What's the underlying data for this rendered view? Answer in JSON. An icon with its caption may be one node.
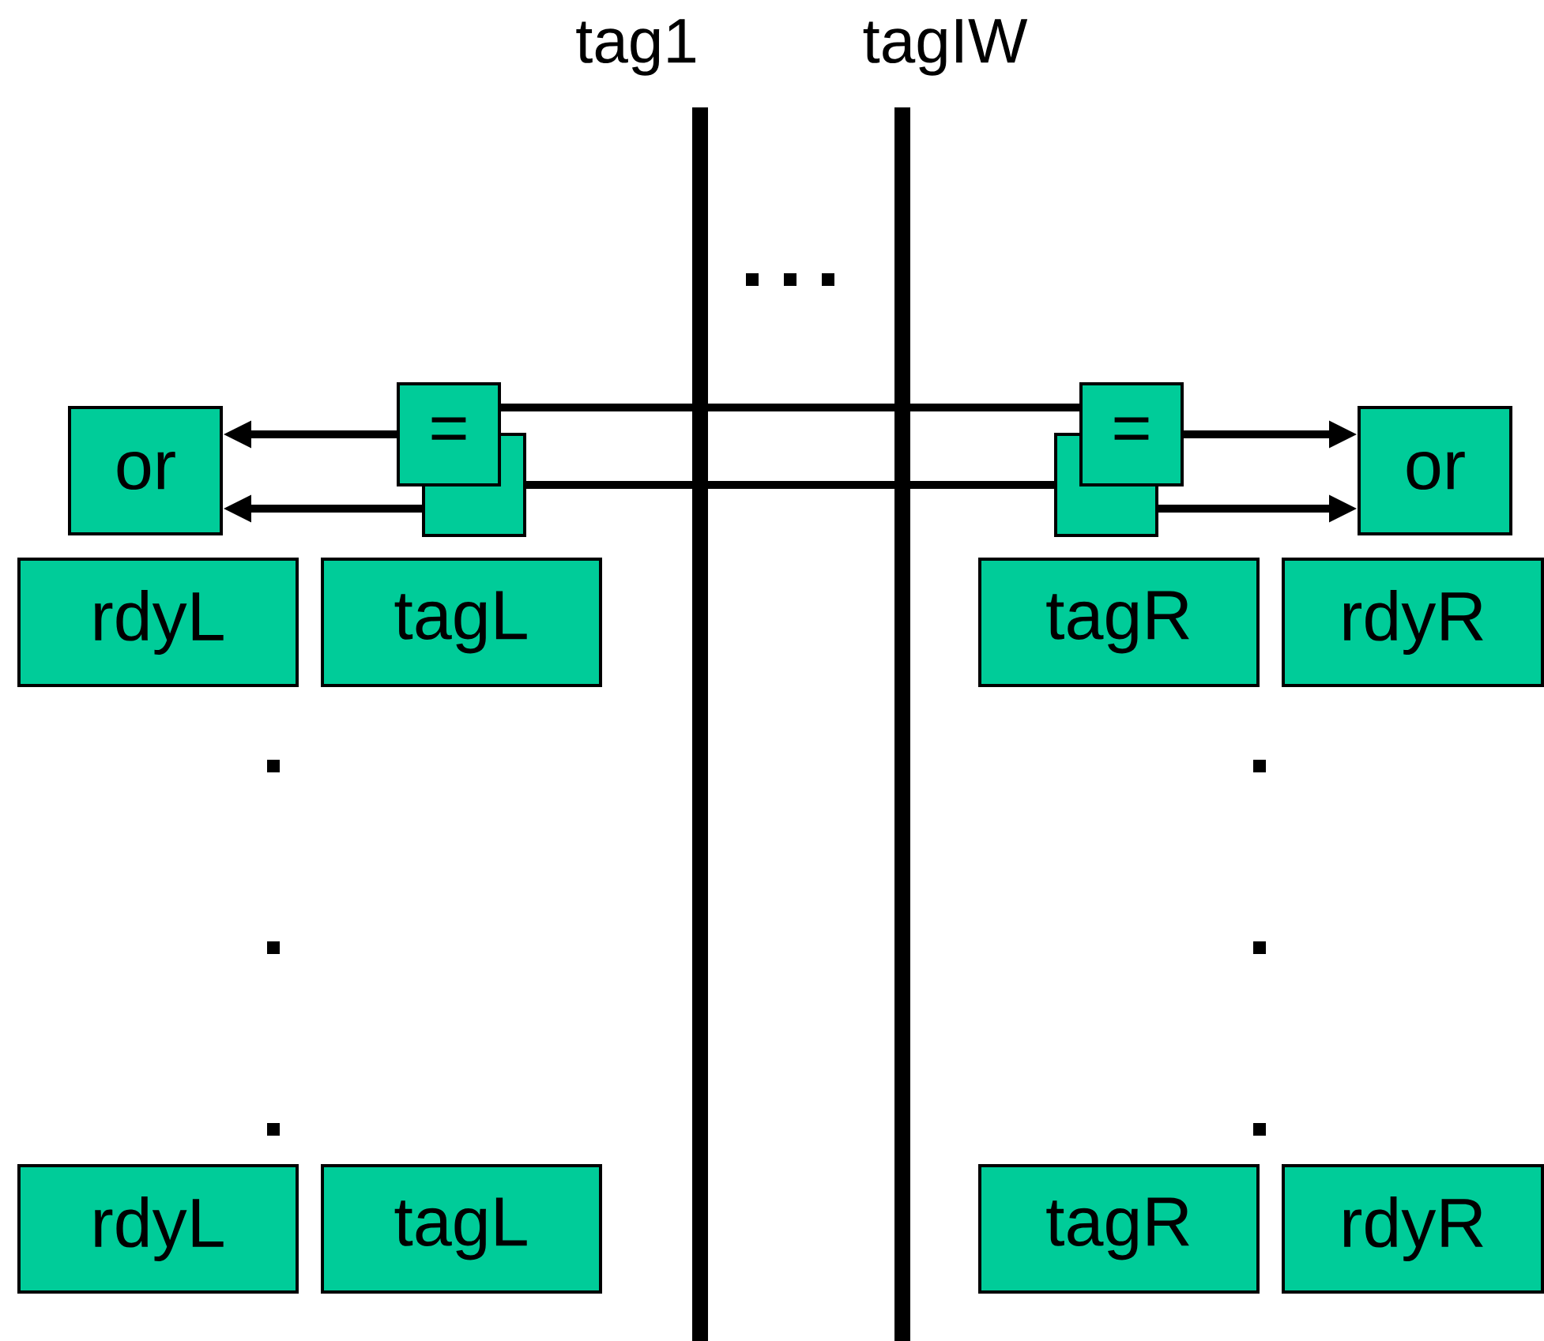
{
  "diagram": {
    "nodes": [
      {
        "text": [
          "tag1"
        ]
      },
      {
        "text": [
          "tagIW"
        ]
      },
      {
        "text": [
          "or"
        ]
      },
      {
        "text": [
          "="
        ]
      },
      {
        "text": [],
        "shape": "box"
      },
      {
        "text": [
          "="
        ]
      },
      {
        "text": [],
        "shape": "box"
      },
      {
        "text": [
          "or"
        ]
      },
      {
        "text": [
          "rdyL"
        ]
      },
      {
        "text": [
          "tagL"
        ]
      },
      {
        "text": [
          "tagR"
        ]
      },
      {
        "text": [
          "rdyR"
        ]
      },
      {
        "text": [
          "rdyL"
        ]
      },
      {
        "text": [
          "tagL"
        ]
      },
      {
        "text": [
          "tagR"
        ]
      },
      {
        "text": [
          "rdyR"
        ]
      }
    ],
    "edges": [
      {
        "from": 3,
        "to": 5,
        "arrow": "none"
      },
      {
        "from": 4,
        "to": 6,
        "arrow": "none"
      },
      {
        "from": 3,
        "to": 2,
        "arrow": "to"
      },
      {
        "from": 4,
        "to": 2,
        "arrow": "to"
      },
      {
        "from": 5,
        "to": 7,
        "arrow": "to"
      },
      {
        "from": 6,
        "to": 7,
        "arrow": "to"
      }
    ]
  }
}
